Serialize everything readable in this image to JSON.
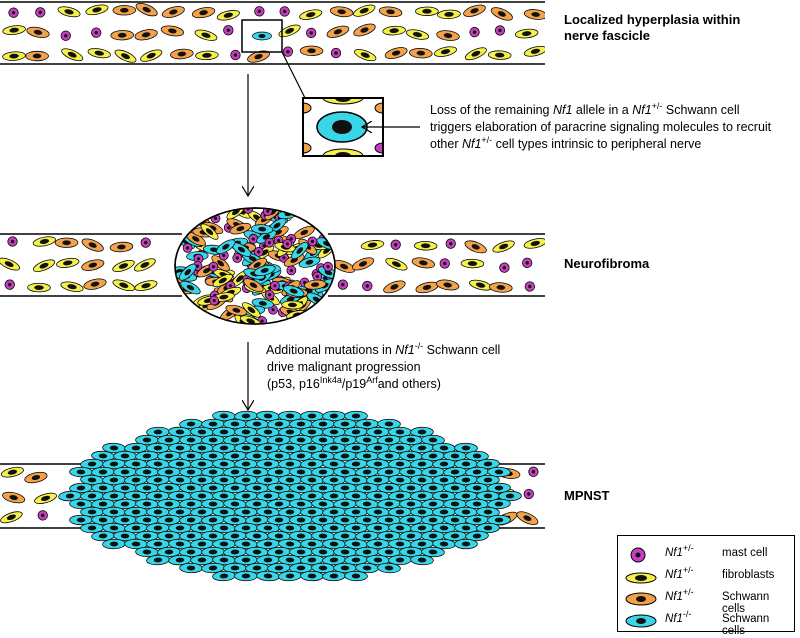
{
  "stages": {
    "stage1": "Localized hyperplasia within nerve fascicle",
    "stage2": "Neurofibroma",
    "stage3": "MPNST"
  },
  "note1": {
    "t1": "Loss of the remaining ",
    "gene1": "Nf1",
    "t2": " allele in a ",
    "gene2": "Nf1",
    "sup2": "+/-",
    "t3": " Schwann cell",
    "line2": "triggers elaboration of paracrine signaling molecules to recruit",
    "t4": "other ",
    "gene3": "Nf1",
    "sup3": "+/-",
    "t5": " cell types intrinsic to peripheral nerve"
  },
  "note2": {
    "t1": "Additional mutations in ",
    "gene1": "Nf1",
    "sup1": "-/-",
    "t2": " Schwann cell",
    "line2": "drive malignant progression",
    "t3": "(p53, p16",
    "sup2": "Ink4a",
    "t4": "/p19",
    "sup3": "Arf",
    "t5": "and others)"
  },
  "legend": {
    "items": [
      {
        "gene": "Nf1",
        "sup": "+/-",
        "name": "mast cell",
        "icon": "mast-cell-icon"
      },
      {
        "gene": "Nf1",
        "sup": "+/-",
        "name": "fibroblasts",
        "icon": "fibroblast-icon"
      },
      {
        "gene": "Nf1",
        "sup": "+/-",
        "name": "Schwann cells",
        "icon": "schwann-het-icon"
      },
      {
        "gene": "Nf1",
        "sup": "-/-",
        "name": "Schwann cells",
        "icon": "schwann-null-icon"
      }
    ]
  },
  "colors": {
    "mast": "#c63fc0",
    "fibroblast": "#f5f04a",
    "schwann_het": "#f2a24a",
    "schwann_null": "#39d6e8",
    "nucleus": "#111111"
  }
}
